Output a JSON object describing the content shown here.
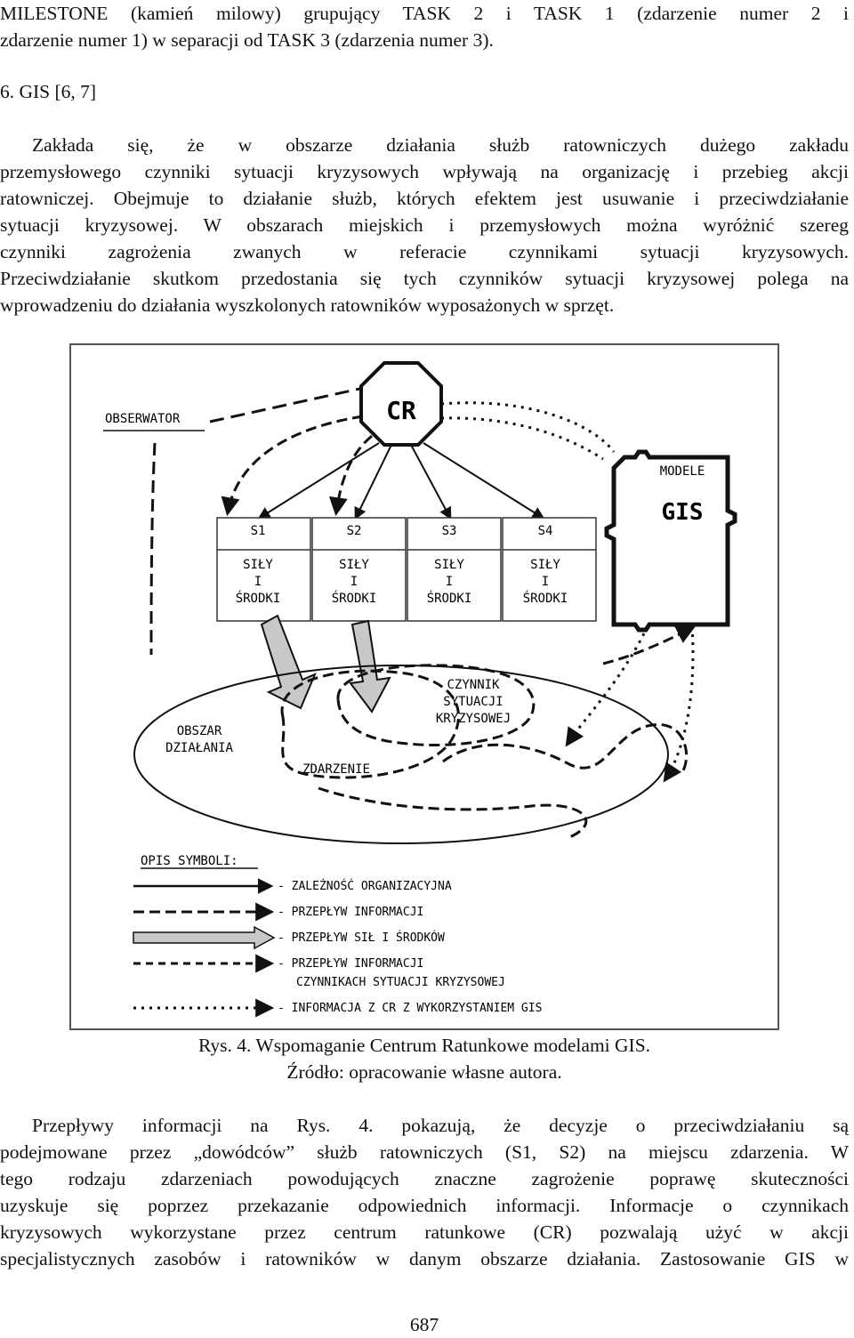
{
  "intro_lines": [
    "MILESTONE (kamień milowy) grupujący TASK 2 i TASK 1 (zdarzenie numer 2 i",
    "zdarzenie numer 1) w separacji od TASK 3 (zdarzenia numer 3)."
  ],
  "section_heading": "6. GIS [6, 7]",
  "para1_lines": [
    "Zakłada się, że w obszarze działania służb ratowniczych dużego zakładu",
    "przemysłowego czynniki sytuacji kryzysowych wpływają na organizację i przebieg akcji",
    "ratowniczej. Obejmuje to działanie służb, których efektem jest usuwanie i przeciwdziałanie",
    "sytuacji kryzysowej. W obszarach miejskich i przemysłowych można wyróżnić szereg",
    "czynniki zagrożenia zwanych w referacie czynnikami sytuacji kryzysowych.",
    "Przeciwdziałanie skutkom przedostania się tych czynników sytuacji kryzysowej polega na",
    "wprowadzeniu do działania wyszkolonych ratowników wyposażonych w sprzęt."
  ],
  "figure": {
    "observer": "OBSERWATOR",
    "cr": "CR",
    "gis_top": "MODELE",
    "gis_main": "GIS",
    "stations": [
      {
        "id": "S1",
        "l1": "SIŁY",
        "l2": "I",
        "l3": "ŚRODKI"
      },
      {
        "id": "S2",
        "l1": "SIŁY",
        "l2": "I",
        "l3": "ŚRODKI"
      },
      {
        "id": "S3",
        "l1": "SIŁY",
        "l2": "I",
        "l3": "ŚRODKI"
      },
      {
        "id": "S4",
        "l1": "SIŁY",
        "l2": "I",
        "l3": "ŚRODKI"
      }
    ],
    "factor_lines": [
      "CZYNNIK",
      "SYTUACJI",
      "KRYZYSOWEJ"
    ],
    "area_lines": [
      "OBSZAR",
      "DZIAŁANIA"
    ],
    "event": "ZDARZENIE",
    "legend_title": "OPIS SYMBOLI:",
    "legend": [
      "- ZALEŻNOŚĆ ORGANIZACYJNA",
      "- PRZEPŁYW INFORMACJI",
      "- PRZEPŁYW SIŁ I ŚRODKÓW",
      "- PRZEPŁYW INFORMACJI",
      "CZYNNIKACH SYTUACJI KRYZYSOWEJ",
      "- INFORMACJA Z CR Z WYKORZYSTANIEM GIS"
    ]
  },
  "caption_lines": [
    "Rys. 4. Wspomaganie Centrum Ratunkowe modelami GIS.",
    "Źródło: opracowanie własne autora."
  ],
  "para2_lines": [
    "Przepływy informacji na Rys. 4. pokazują, że decyzje o przeciwdziałaniu są",
    "podejmowane przez „dowódców” służb ratowniczych (S1, S2) na miejscu zdarzenia. W",
    "tego rodzaju zdarzeniach powodujących znaczne zagrożenie poprawę skuteczności",
    "uzyskuje się poprzez przekazanie odpowiednich informacji. Informacje o  czynnikach",
    "kryzysowych wykorzystane przez centrum ratunkowe (CR) pozwalają użyć w akcji",
    "specjalistycznych zasobów i ratowników w danym obszarze działania. Zastosowanie GIS w"
  ],
  "page_number": "687"
}
